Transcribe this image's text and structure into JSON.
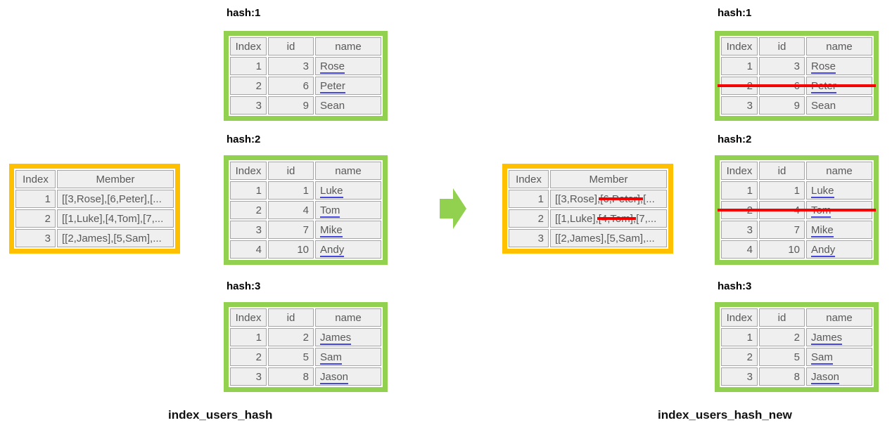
{
  "headers": {
    "index": "Index",
    "id": "id",
    "name": "name",
    "member": "Member"
  },
  "colors": {
    "green_border": "#92d050",
    "yellow_border": "#ffc000",
    "red_strike": "#f40000",
    "member_teal": "#00b0b2",
    "id_blue": "#3333f0",
    "cell_background": "#efefef",
    "cell_border": "#a6a6a6",
    "text_gray": "#595959"
  },
  "arrow": {
    "icon": "right-block-arrow",
    "color": "#92d050"
  },
  "left": {
    "label": "index_users_hash",
    "member_table": {
      "rows": [
        {
          "index": "1",
          "p1": "[[3,Rose],",
          "p2": "[6,Peter]",
          "p3": ",[...",
          "p2_struck": false
        },
        {
          "index": "2",
          "p1": "[[1,Luke],",
          "p2": "[4,Tom]",
          "p3": ",[7,...",
          "p2_struck": false
        },
        {
          "index": "3",
          "p1": "[[2,James],[5,Sam],...",
          "p2": "",
          "p3": "",
          "p2_struck": false
        }
      ]
    },
    "hash_tables": [
      {
        "title": "hash:1",
        "rows": [
          {
            "index": "1",
            "id": "3",
            "name": "Rose",
            "underlined": true,
            "struck": false
          },
          {
            "index": "2",
            "id": "6",
            "name": "Peter",
            "underlined": true,
            "struck": false
          },
          {
            "index": "3",
            "id": "9",
            "name": "Sean",
            "underlined": false,
            "struck": false
          }
        ]
      },
      {
        "title": "hash:2",
        "rows": [
          {
            "index": "1",
            "id": "1",
            "name": "Luke",
            "underlined": true,
            "struck": false
          },
          {
            "index": "2",
            "id": "4",
            "name": "Tom",
            "underlined": true,
            "struck": false
          },
          {
            "index": "3",
            "id": "7",
            "name": "Mike",
            "underlined": true,
            "struck": false
          },
          {
            "index": "4",
            "id": "10",
            "name": "Andy",
            "underlined": true,
            "struck": false
          }
        ]
      },
      {
        "title": "hash:3",
        "rows": [
          {
            "index": "1",
            "id": "2",
            "name": "James",
            "underlined": true,
            "struck": false
          },
          {
            "index": "2",
            "id": "5",
            "name": "Sam",
            "underlined": true,
            "struck": false
          },
          {
            "index": "3",
            "id": "8",
            "name": "Jason",
            "underlined": true,
            "struck": false
          }
        ]
      }
    ]
  },
  "right": {
    "label": "index_users_hash_new",
    "member_table": {
      "rows": [
        {
          "index": "1",
          "p1": "[[3,Rose],",
          "p2": "[6,Peter]",
          "p3": ",[...",
          "p2_struck": true
        },
        {
          "index": "2",
          "p1": "[[1,Luke],",
          "p2": "[4,Tom]",
          "p3": ",[7,...",
          "p2_struck": true
        },
        {
          "index": "3",
          "p1": "[[2,James],[5,Sam],...",
          "p2": "",
          "p3": "",
          "p2_struck": false
        }
      ]
    },
    "hash_tables": [
      {
        "title": "hash:1",
        "rows": [
          {
            "index": "1",
            "id": "3",
            "name": "Rose",
            "underlined": true,
            "struck": false
          },
          {
            "index": "2",
            "id": "6",
            "name": "Peter",
            "underlined": true,
            "struck": true
          },
          {
            "index": "3",
            "id": "9",
            "name": "Sean",
            "underlined": false,
            "struck": false
          }
        ]
      },
      {
        "title": "hash:2",
        "rows": [
          {
            "index": "1",
            "id": "1",
            "name": "Luke",
            "underlined": true,
            "struck": false
          },
          {
            "index": "2",
            "id": "4",
            "name": "Tom",
            "underlined": true,
            "struck": true
          },
          {
            "index": "3",
            "id": "7",
            "name": "Mike",
            "underlined": true,
            "struck": false
          },
          {
            "index": "4",
            "id": "10",
            "name": "Andy",
            "underlined": true,
            "struck": false
          }
        ]
      },
      {
        "title": "hash:3",
        "rows": [
          {
            "index": "1",
            "id": "2",
            "name": "James",
            "underlined": true,
            "struck": false
          },
          {
            "index": "2",
            "id": "5",
            "name": "Sam",
            "underlined": true,
            "struck": false
          },
          {
            "index": "3",
            "id": "8",
            "name": "Jason",
            "underlined": true,
            "struck": false
          }
        ]
      }
    ]
  }
}
